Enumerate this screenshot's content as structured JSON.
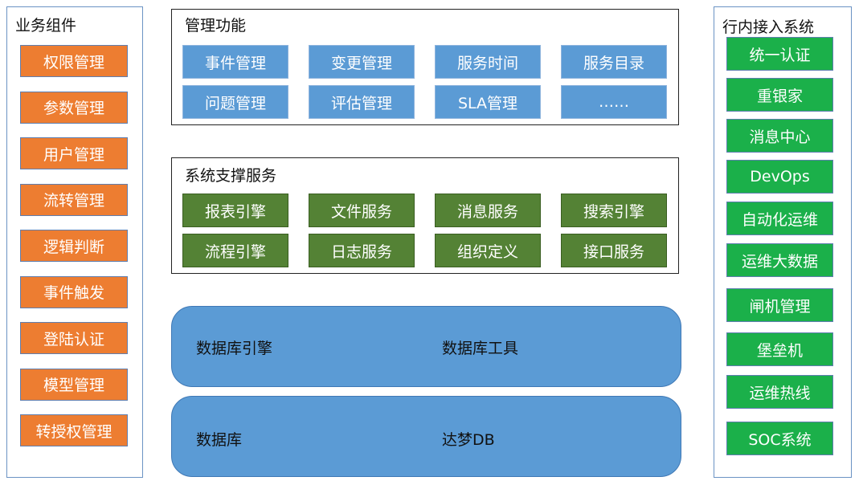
{
  "left_panel": {
    "title": "业务组件",
    "items": [
      "权限管理",
      "参数管理",
      "用户管理",
      "流转管理",
      "逻辑判断",
      "事件触发",
      "登陆认证",
      "模型管理",
      "转授权管理"
    ]
  },
  "management": {
    "title": "管理功能",
    "items": [
      "事件管理",
      "变更管理",
      "服务时间",
      "服务目录",
      "问题管理",
      "评估管理",
      "SLA管理",
      "……"
    ]
  },
  "support": {
    "title": "系统支撑服务",
    "items": [
      "报表引擎",
      "文件服务",
      "消息服务",
      "搜索引擎",
      "流程引擎",
      "日志服务",
      "组织定义",
      "接口服务"
    ]
  },
  "db_engine": {
    "label": "数据库引擎",
    "tool": "数据库工具"
  },
  "database": {
    "label": "数据库",
    "product": "达梦DB"
  },
  "right_panel": {
    "title": "行内接入系统",
    "items": [
      "统一认证",
      "重银家",
      "消息中心",
      "DevOps",
      "自动化运维",
      "运维大数据",
      "闸机管理",
      "堡垒机",
      "运维热线",
      "SOC系统"
    ]
  },
  "colors": {
    "orange": "#ed7d31",
    "green": "#1bb04a",
    "blue": "#5b9bd5",
    "dark_green": "#548235"
  }
}
